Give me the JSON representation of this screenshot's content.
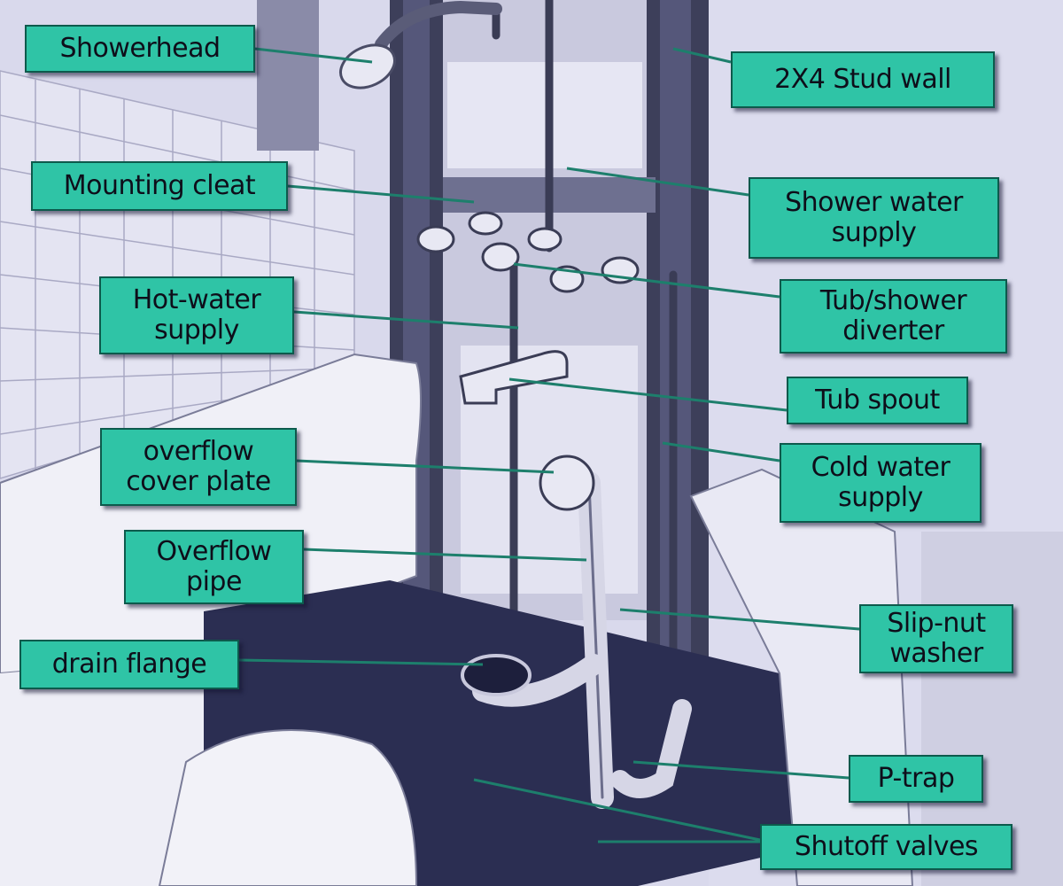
{
  "labels": {
    "showerhead": {
      "lines": [
        "Showerhead"
      ]
    },
    "stud_wall": {
      "lines": [
        "2X4 Stud wall"
      ]
    },
    "mounting_cleat": {
      "lines": [
        "Mounting cleat"
      ]
    },
    "shower_water_supply": {
      "lines": [
        "Shower water",
        "supply"
      ]
    },
    "hot_water_supply": {
      "lines": [
        "Hot-water",
        "supply"
      ]
    },
    "tub_shower_diverter": {
      "lines": [
        "Tub/shower",
        "diverter"
      ]
    },
    "tub_spout": {
      "lines": [
        "Tub spout"
      ]
    },
    "overflow_cover_plate": {
      "lines": [
        "overflow",
        "cover plate"
      ]
    },
    "cold_water_supply": {
      "lines": [
        "Cold water",
        "supply"
      ]
    },
    "overflow_pipe": {
      "lines": [
        "Overflow",
        "pipe"
      ]
    },
    "slip_nut_washer": {
      "lines": [
        "Slip-nut",
        "washer"
      ]
    },
    "drain_flange": {
      "lines": [
        "drain flange"
      ]
    },
    "p_trap": {
      "lines": [
        "P-trap"
      ]
    },
    "shutoff_valves": {
      "lines": [
        "Shutoff valves"
      ]
    }
  },
  "colors": {
    "label_fill": "#2fc4a6",
    "leader_line": "#1d7f6c",
    "tub_floor": "#2b2e52"
  }
}
